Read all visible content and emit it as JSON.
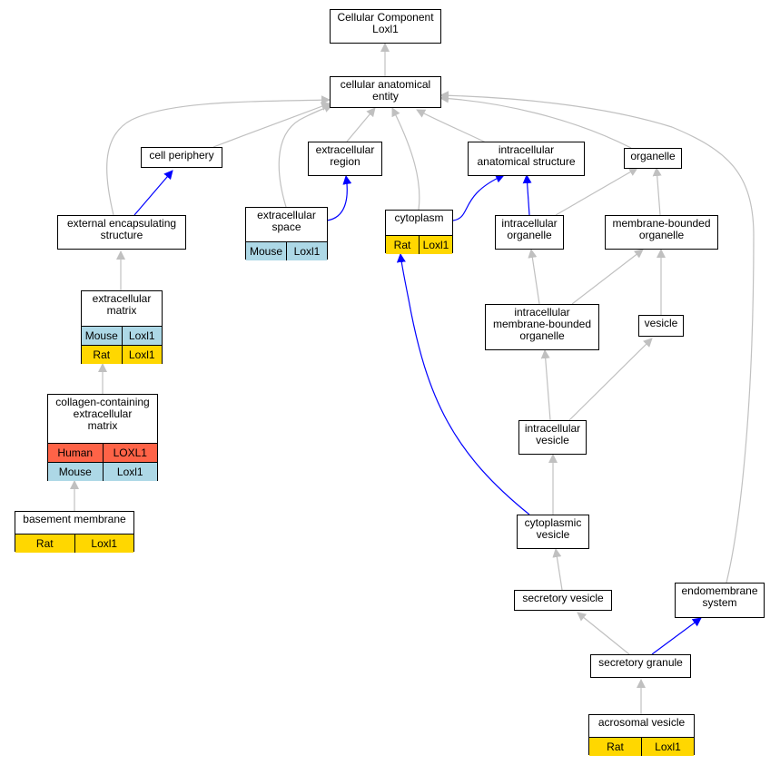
{
  "nodes": {
    "root": "Cellular Component\nLoxl1",
    "cae": "cellular anatomical\nentity",
    "cell_periphery": "cell periphery",
    "extracellular_region": "extracellular\nregion",
    "intracellular_structure": "intracellular\nanatomical structure",
    "organelle": "organelle",
    "external_encapsulating": "external encapsulating\nstructure",
    "extracellular_space": "extracellular\nspace",
    "cytoplasm": "cytoplasm",
    "intracellular_organelle": "intracellular\norganelle",
    "membrane_bounded_organelle": "membrane-bounded\norganelle",
    "extracellular_matrix": "extracellular\nmatrix",
    "intracellular_mb_organelle": "intracellular\nmembrane-bounded\norganelle",
    "vesicle": "vesicle",
    "collagen_ecm": "collagen-containing\nextracellular\nmatrix",
    "intracellular_vesicle": "intracellular\nvesicle",
    "basement_membrane": "basement membrane",
    "cytoplasmic_vesicle": "cytoplasmic\nvesicle",
    "secretory_vesicle": "secretory vesicle",
    "endomembrane_system": "endomembrane\nsystem",
    "secretory_granule": "secretory granule",
    "acrosomal_vesicle": "acrosomal vesicle"
  },
  "annotations": {
    "extracellular_space": [
      {
        "species": "Mouse",
        "gene": "Loxl1"
      }
    ],
    "cytoplasm": [
      {
        "species": "Rat",
        "gene": "Loxl1"
      }
    ],
    "extracellular_matrix": [
      {
        "species": "Mouse",
        "gene": "Loxl1"
      },
      {
        "species": "Rat",
        "gene": "Loxl1"
      }
    ],
    "collagen_ecm": [
      {
        "species": "Human",
        "gene": "LOXL1"
      },
      {
        "species": "Mouse",
        "gene": "Loxl1"
      }
    ],
    "basement_membrane": [
      {
        "species": "Rat",
        "gene": "Loxl1"
      }
    ],
    "acrosomal_vesicle": [
      {
        "species": "Rat",
        "gene": "Loxl1"
      }
    ]
  },
  "colors": {
    "Mouse": "#add8e6",
    "Rat": "#ffd700",
    "Human": "#ff6347",
    "edge_is_a": "#c0c0c0",
    "edge_part_of": "#0000ff"
  }
}
